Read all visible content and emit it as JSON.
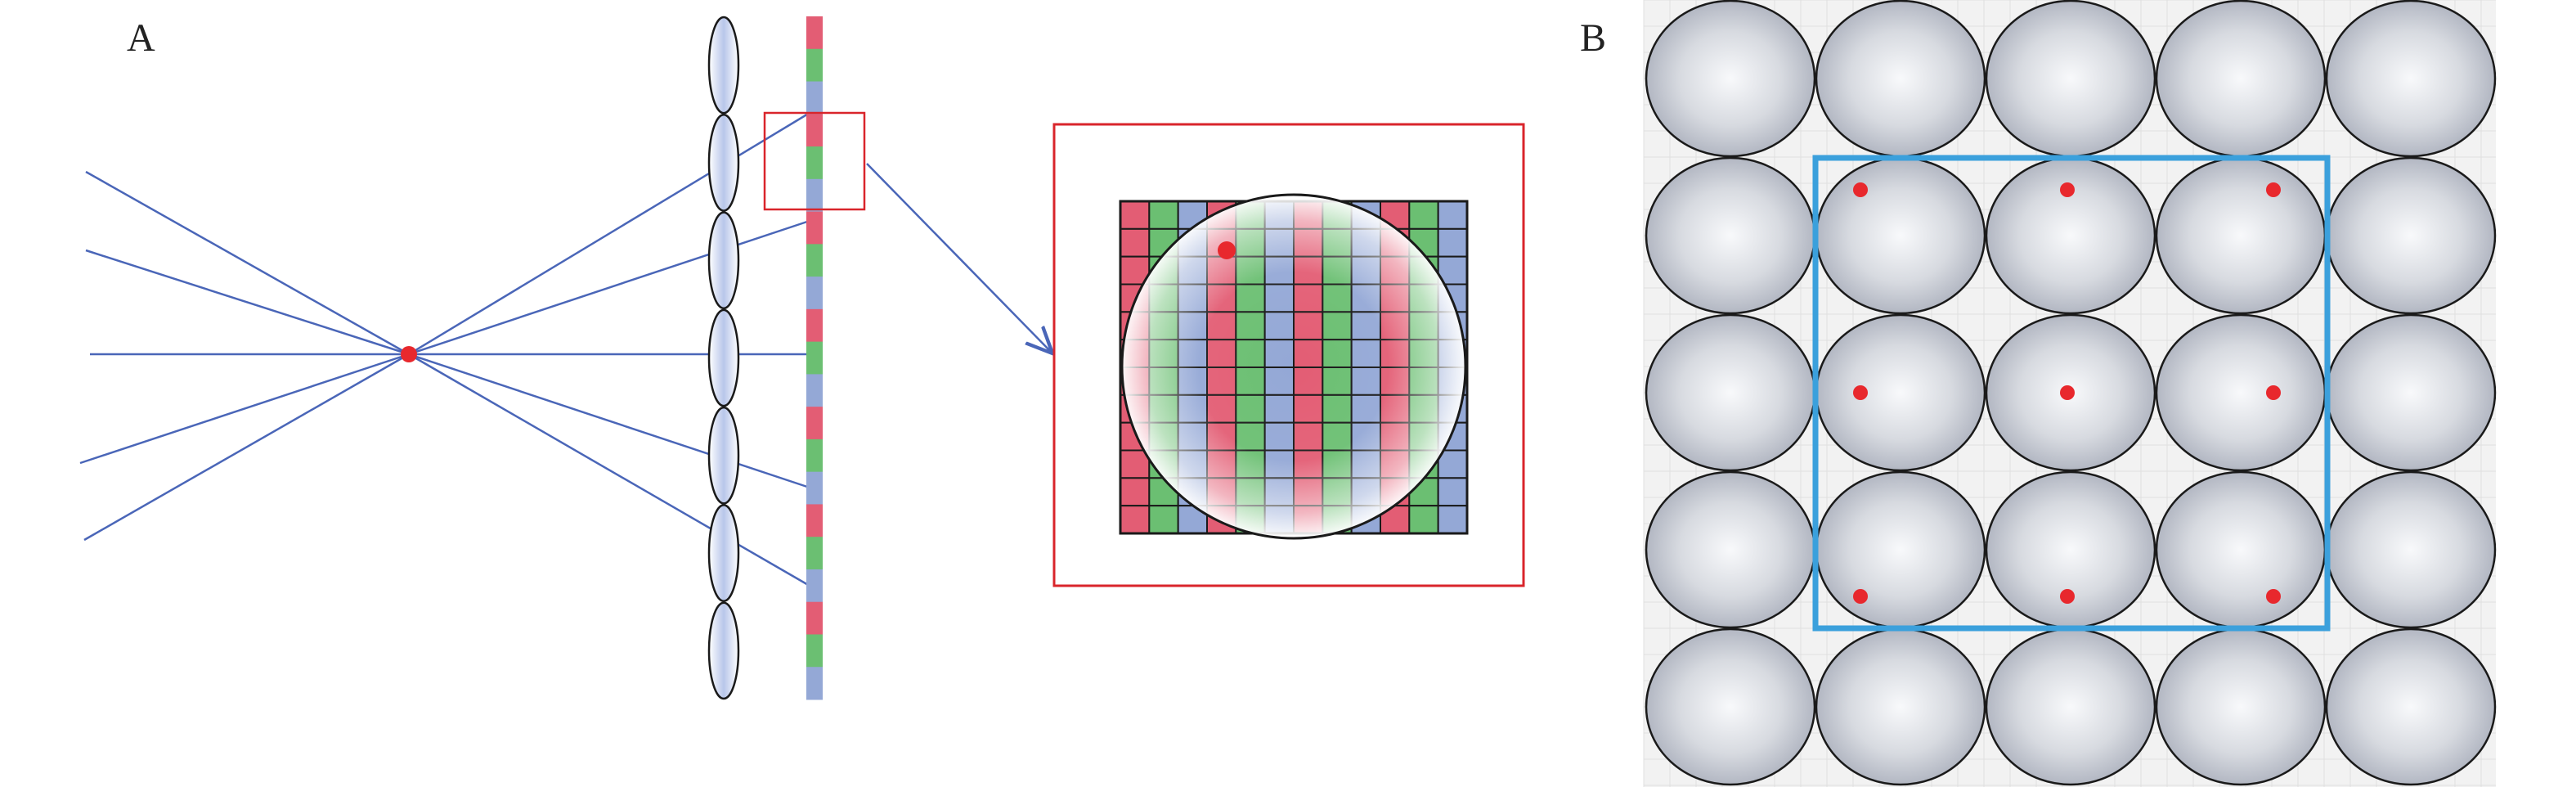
{
  "panels": {
    "a": {
      "label": "A"
    },
    "b": {
      "label": "B"
    }
  },
  "colors": {
    "ray": "#4a66b8",
    "focus_point": "#e8282d",
    "highlight_box": "#d9252b",
    "selection_box": "#3ba0dc",
    "pixel_red": "#e35d74",
    "pixel_green": "#6bbf72",
    "pixel_blue": "#94a8d6",
    "lens_fill": "#c6d3ee",
    "grid_line": "#e0e0e0"
  },
  "sensor_pattern": [
    "red",
    "green",
    "blue"
  ],
  "microlens_count_panel_a": 7,
  "microlens_grid_panel_b": {
    "rows": 5,
    "cols": 5
  },
  "selected_block": {
    "rows": 3,
    "cols": 3
  }
}
